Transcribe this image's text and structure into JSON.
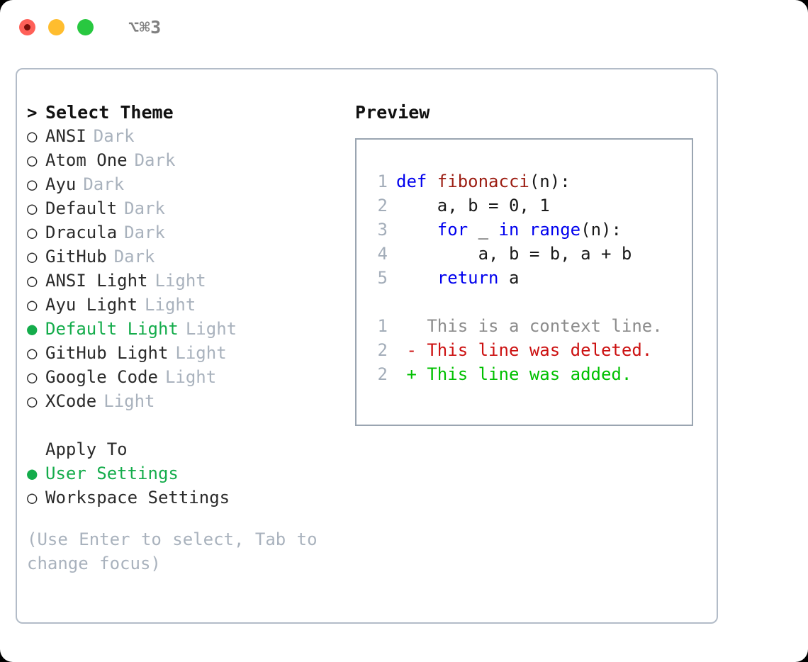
{
  "titlebar": {
    "shortcut": "⌥⌘3",
    "buttons": [
      {
        "name": "close",
        "color": "#ff6058"
      },
      {
        "name": "minimize",
        "color": "#ffbd2e"
      },
      {
        "name": "maximize",
        "color": "#28c840"
      }
    ]
  },
  "theme_picker": {
    "header_marker": ">",
    "header": "Select Theme",
    "selected_marker": "●",
    "unselected_marker": "○",
    "items": [
      {
        "marker": "○",
        "label": "ANSI",
        "variant": "Dark",
        "selected": false
      },
      {
        "marker": "○",
        "label": "Atom One",
        "variant": "Dark",
        "selected": false
      },
      {
        "marker": "○",
        "label": "Ayu",
        "variant": "Dark",
        "selected": false
      },
      {
        "marker": "○",
        "label": "Default",
        "variant": "Dark",
        "selected": false
      },
      {
        "marker": "○",
        "label": "Dracula",
        "variant": "Dark",
        "selected": false
      },
      {
        "marker": "○",
        "label": "GitHub",
        "variant": "Dark",
        "selected": false
      },
      {
        "marker": "○",
        "label": "ANSI Light",
        "variant": "Light",
        "selected": false
      },
      {
        "marker": "○",
        "label": "Ayu Light",
        "variant": "Light",
        "selected": false
      },
      {
        "marker": "●",
        "label": "Default Light",
        "variant": "Light",
        "selected": true
      },
      {
        "marker": "○",
        "label": "GitHub Light",
        "variant": "Light",
        "selected": false
      },
      {
        "marker": "○",
        "label": "Google Code",
        "variant": "Light",
        "selected": false
      },
      {
        "marker": "○",
        "label": "XCode",
        "variant": "Light",
        "selected": false
      }
    ]
  },
  "apply_to": {
    "header": "Apply To",
    "items": [
      {
        "marker": "●",
        "label": "User Settings",
        "selected": true
      },
      {
        "marker": "○",
        "label": "Workspace Settings",
        "selected": false
      }
    ]
  },
  "hint": "(Use Enter to select, Tab to change focus)",
  "preview": {
    "title": "Preview",
    "code_lines": [
      {
        "no": "1",
        "segments": [
          {
            "t": "def ",
            "c": "kw"
          },
          {
            "t": "fibonacci",
            "c": "fn"
          },
          {
            "t": "(n):",
            "c": "code-text"
          }
        ]
      },
      {
        "no": "2",
        "segments": [
          {
            "t": "    a, b = 0, 1",
            "c": "code-text"
          }
        ]
      },
      {
        "no": "3",
        "segments": [
          {
            "t": "    ",
            "c": "code-text"
          },
          {
            "t": "for",
            "c": "kw"
          },
          {
            "t": " _ ",
            "c": "code-text"
          },
          {
            "t": "in",
            "c": "kw"
          },
          {
            "t": " ",
            "c": "code-text"
          },
          {
            "t": "range",
            "c": "kw"
          },
          {
            "t": "(n):",
            "c": "code-text"
          }
        ]
      },
      {
        "no": "4",
        "segments": [
          {
            "t": "        a, b = b, a + b",
            "c": "code-text"
          }
        ]
      },
      {
        "no": "5",
        "segments": [
          {
            "t": "    ",
            "c": "code-text"
          },
          {
            "t": "return",
            "c": "kw"
          },
          {
            "t": " a",
            "c": "code-text"
          }
        ]
      }
    ],
    "diff_lines": [
      {
        "no": "1",
        "segments": [
          {
            "t": "   This is a context line.",
            "c": "diff-ctx"
          }
        ]
      },
      {
        "no": "2",
        "segments": [
          {
            "t": " - This line was deleted.",
            "c": "diff-del"
          }
        ]
      },
      {
        "no": "2",
        "segments": [
          {
            "t": " + This line was added.",
            "c": "diff-add"
          }
        ]
      }
    ]
  },
  "colors": {
    "selection_green": "#14ac4b",
    "muted_gray": "#a9b2bd",
    "keyword_blue": "#0000ee",
    "function_red": "#9c1d12",
    "diff_delete": "#cc1111",
    "diff_add": "#00c000",
    "panel_border": "#b3bcc8",
    "preview_border": "#9aa5b1"
  }
}
